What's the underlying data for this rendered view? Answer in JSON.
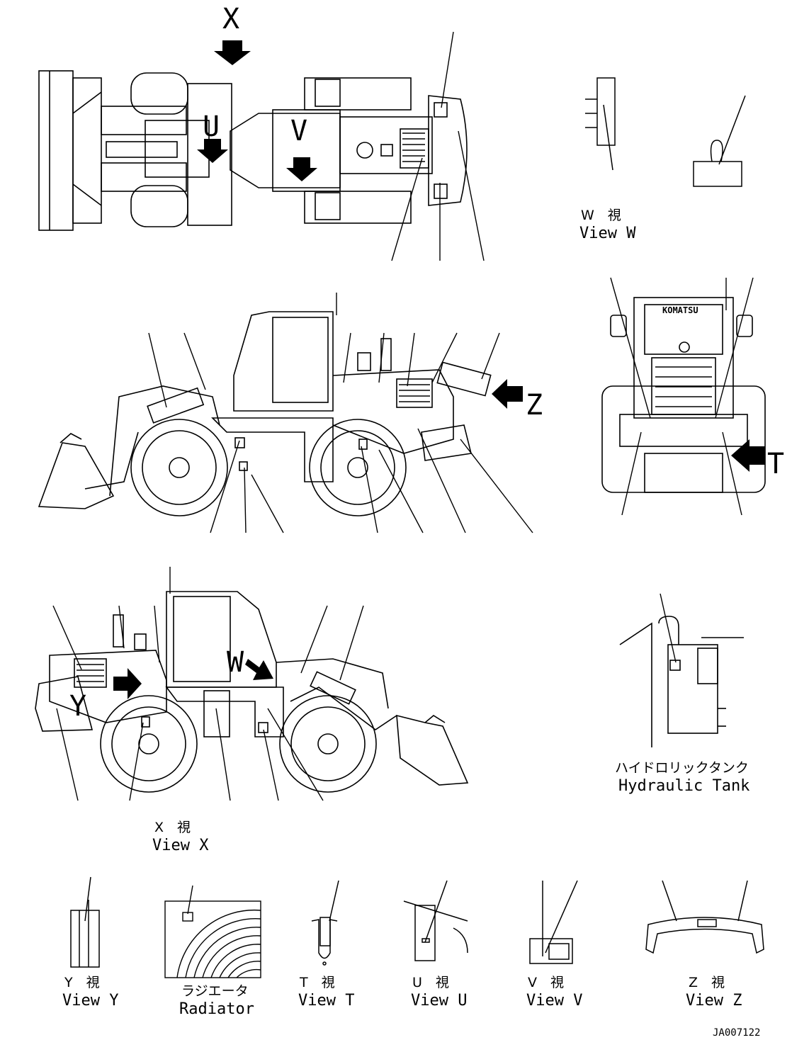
{
  "view_letters": {
    "x": "X",
    "u": "U",
    "v": "V",
    "z": "Z",
    "t": "T",
    "w": "W",
    "y": "Y"
  },
  "captions": {
    "view_w_jp": "W　視",
    "view_w_en": "View W",
    "view_x_jp": "X　視",
    "view_x_en": "View X",
    "hydraulic_tank_jp": "ハイドロリックタンク",
    "hydraulic_tank_en": "Hydraulic Tank",
    "view_y_jp": "Y　視",
    "view_y_en": "View Y",
    "radiator_jp": "ラジエータ",
    "radiator_en": "Radiator",
    "view_t_jp": "T　視",
    "view_t_en": "View T",
    "view_u_jp": "U　視",
    "view_u_en": "View U",
    "view_v_jp": "V　視",
    "view_v_en": "View V",
    "view_z_jp": "Z　視",
    "view_z_en": "View Z"
  },
  "brand": "KOMATSU",
  "drawing_code": "JA007122"
}
